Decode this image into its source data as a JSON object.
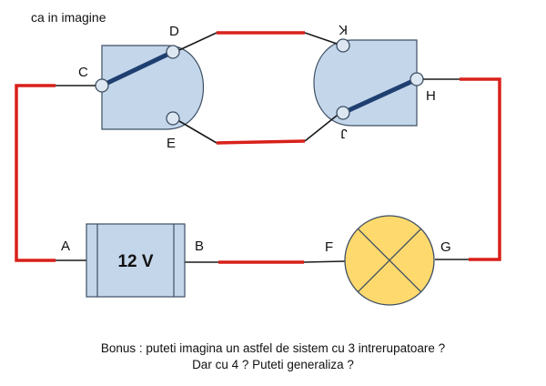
{
  "caption": "ca in imagine",
  "labels": {
    "A": "A",
    "B": "B",
    "C": "C",
    "D": "D",
    "E": "E",
    "F": "F",
    "G": "G",
    "H": "H",
    "J": "J",
    "K": "K"
  },
  "battery_label": "12 V",
  "bonus_line1": "Bonus :  puteti imagina un astfel de sistem cu 3  intrerupatoare ?",
  "bonus_line2": "Dar cu 4 ?  Puteti generaliza ?",
  "colors": {
    "wire_black": "#1a1a1a",
    "wire_red": "#d9201a",
    "component_fill": "#c3d6ea",
    "component_stroke": "#3d4f63",
    "switch_lever": "#1f3f70",
    "lamp_fill": "#fdd96e"
  }
}
